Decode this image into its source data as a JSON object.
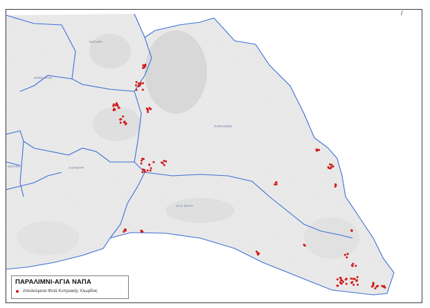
{
  "map": {
    "corner_text": "/",
    "place_labels": {
      "sotira_north": "ΣΩΤΗΡΑ",
      "frenaros": "ΦΡΕΝΑΡΟΣ",
      "paralimni": "ΠΑΡΑΛΙΜΝΙ",
      "sotira_west": "ΣΩΤΗΡΑ",
      "liopetri": "ΛΙΟΠΕΤΡΙ",
      "agia_napa": "ΑΓΙΑ ΝΑΠΑ"
    }
  },
  "legend": {
    "title": "ΠΑΡΑΛΙΜΝΙ-ΑΓΙΑ ΝΑΠΑ",
    "item_label": "Απειλούμενα Φυτά Κυπριακής Χλωρίδας"
  },
  "colors": {
    "boundary": "#3b6fd6",
    "land": "#ebebeb",
    "urban": "#cfcfcf",
    "sea": "#ffffff",
    "points": "#d11a1a"
  }
}
